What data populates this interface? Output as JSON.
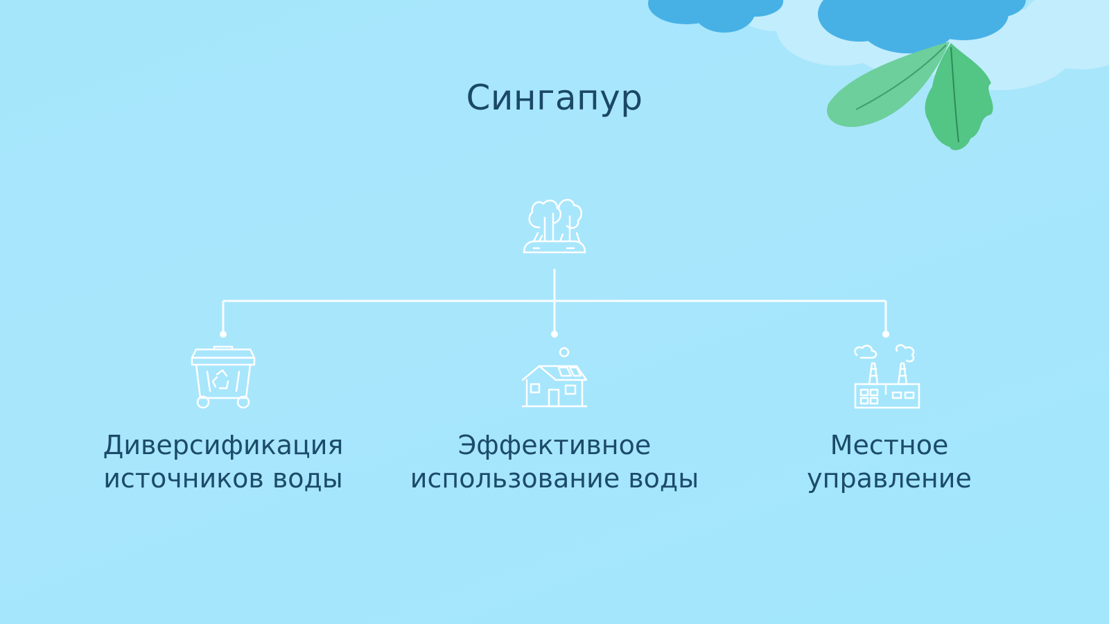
{
  "title": "Сингапур",
  "colors": {
    "background": "#a6e6fb",
    "text": "#1a4866",
    "connector": "#ffffff",
    "cloud_dark": "#4ab3e6",
    "cloud_light": "#c7efff",
    "leaf_dark": "#56c98a",
    "leaf_light": "#6fd39e"
  },
  "root": {
    "icon": "forest-park-icon"
  },
  "nodes": [
    {
      "icon": "recycling-bin-icon",
      "label_line1": "Диверсификация",
      "label_line2": "источников воды"
    },
    {
      "icon": "solar-house-icon",
      "label_line1": "Эффективное",
      "label_line2": "использование воды"
    },
    {
      "icon": "factory-icon",
      "label_line1": "Местное",
      "label_line2": "управление"
    }
  ]
}
